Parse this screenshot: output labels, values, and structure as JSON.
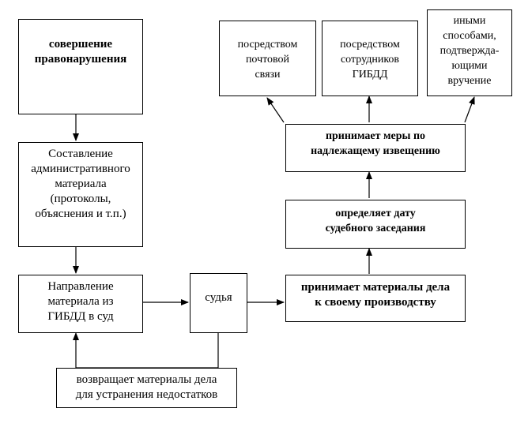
{
  "boxes": {
    "offense": [
      "совершение",
      "правонарушения"
    ],
    "compile": [
      "Составление",
      "административного",
      "материала",
      "(протоколы,",
      "объяснения и т.п.)"
    ],
    "send": [
      "Направление",
      "материала из",
      "ГИБДД в суд"
    ],
    "judge": [
      "судья"
    ],
    "return": [
      "возвращает материалы дела",
      "для устранения недостатков"
    ],
    "accept": [
      "принимает материалы дела",
      "к своему производству"
    ],
    "date": [
      "определяет дату",
      "судебного заседания"
    ],
    "notify": [
      "принимает меры по",
      "надлежащему извещению"
    ],
    "mail": [
      "посредством",
      "почтовой",
      "связи"
    ],
    "staff": [
      "посредством",
      "сотрудников",
      "ГИБДД"
    ],
    "other": [
      "иными",
      "способами,",
      "подтвержда-",
      "ющими",
      "вручение"
    ]
  }
}
